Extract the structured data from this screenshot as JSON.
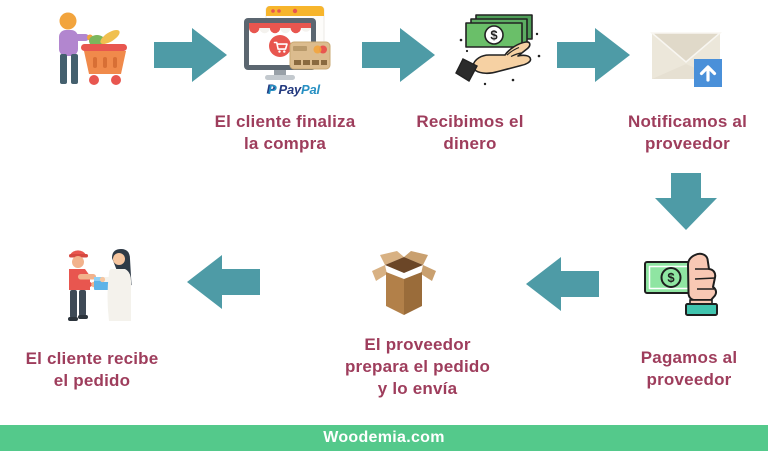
{
  "colors": {
    "arrow": "#4e9ba6",
    "label_text": "#9e3d5c",
    "footer_bg": "#54c98b",
    "footer_text": "#ffffff"
  },
  "flow": {
    "start_icon": "customer-with-shopping-cart",
    "steps": [
      {
        "icon": "online-checkout-paypal",
        "lines": [
          "El cliente finaliza",
          "la compra"
        ]
      },
      {
        "icon": "money-in-hand",
        "lines": [
          "Recibimos el",
          "dinero"
        ]
      },
      {
        "icon": "envelope-send",
        "lines": [
          "Notificamos al",
          "proveedor"
        ]
      },
      {
        "icon": "hand-paying-money",
        "lines": [
          "Pagamos al",
          "proveedor"
        ]
      },
      {
        "icon": "open-cardboard-box",
        "lines": [
          "El proveedor",
          "prepara el pedido",
          "y lo envía"
        ]
      },
      {
        "icon": "delivery-to-customer",
        "lines": [
          "El cliente recibe",
          "el pedido"
        ]
      }
    ]
  },
  "icon_labels": {
    "paypal_mark": "P",
    "paypal_pay": "Pay",
    "paypal_pal": "Pal",
    "dollar": "$"
  },
  "footer": {
    "site": "Woodemia.com"
  }
}
